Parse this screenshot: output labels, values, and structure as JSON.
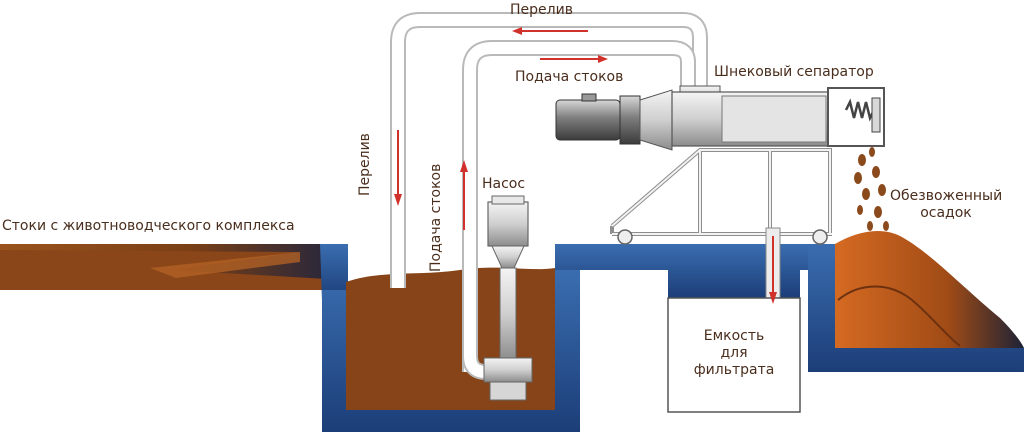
{
  "labels": {
    "overflow_top": "Перелив",
    "feed_top": "Подача стоков",
    "separator": "Шнековый сепаратор",
    "overflow_side": "Перелив",
    "feed_side": "Подача стоков",
    "pump": "Насос",
    "inflow": "Стоки с животноводческого комплекса",
    "sludge_line1": "Обезвоженный",
    "sludge_line2": "осадок",
    "tank_line1": "Емкость",
    "tank_line2": "для",
    "tank_line3": "фильтрата"
  },
  "colors": {
    "water": "#2f5fa0",
    "wastewater": "#8b4a1c",
    "sludge": "#c7621f",
    "arrow": "#d0312b",
    "text": "#4a2e1d"
  }
}
